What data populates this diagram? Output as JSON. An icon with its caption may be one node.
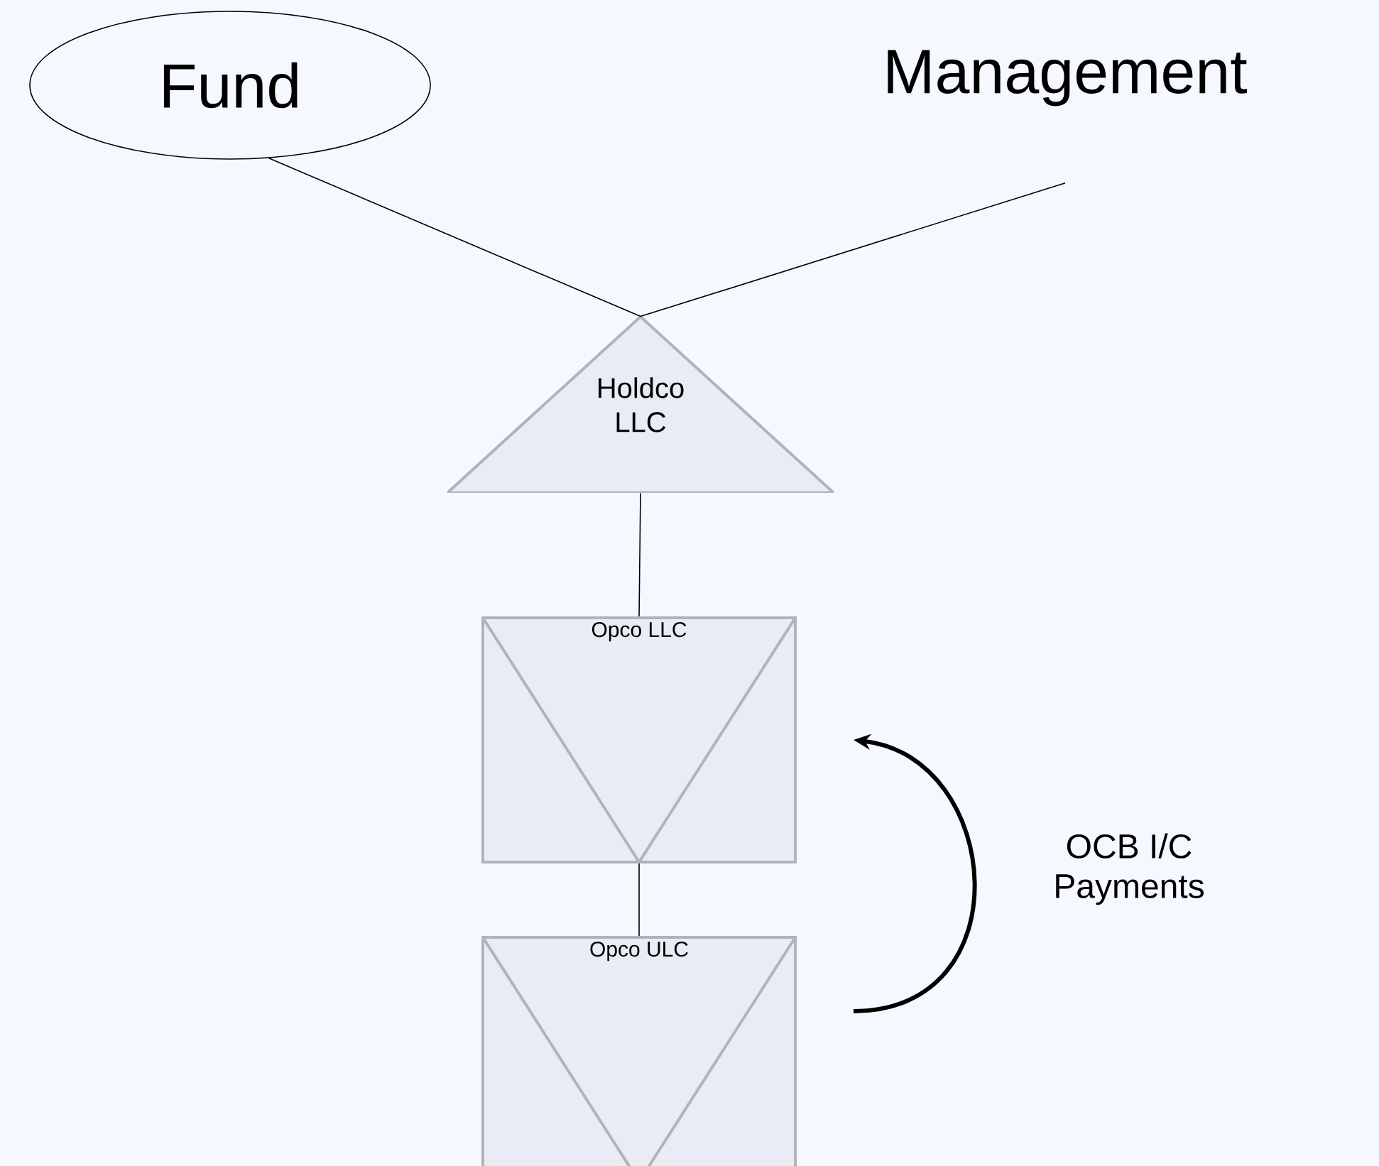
{
  "diagram": {
    "nodes": [
      {
        "text": [
          "Fund"
        ]
      },
      {
        "text": [
          "Management"
        ]
      },
      {
        "text": [
          "Holdco LLC"
        ]
      },
      {
        "text": [
          "Opco LLC"
        ]
      },
      {
        "text": [
          "Opco ULC"
        ]
      }
    ],
    "edges": [
      {
        "from": 0,
        "to": 2,
        "arrow": "none"
      },
      {
        "from": 1,
        "to": 2,
        "arrow": "none"
      },
      {
        "from": 2,
        "to": 3,
        "arrow": "none"
      },
      {
        "from": 3,
        "to": 4,
        "arrow": "none"
      },
      {
        "from": 4,
        "to": 3,
        "arrow": "to",
        "label": "OCB I/C Payments",
        "style": "thick"
      }
    ]
  }
}
